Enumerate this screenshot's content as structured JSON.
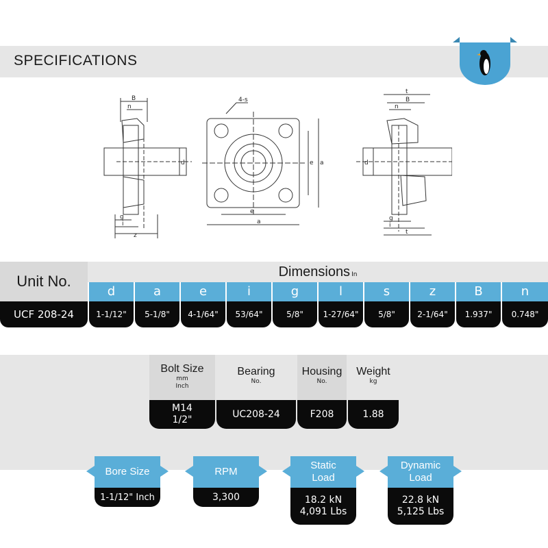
{
  "header": {
    "title": "SPECIFICATIONS"
  },
  "logo": {
    "icon": "penguin-icon",
    "color": "#4aa3d3"
  },
  "drawing": {
    "labels": {
      "B": "B",
      "n": "n",
      "d": "d",
      "g": "g",
      "i": "i",
      "z": "z",
      "thread": "4-s",
      "e": "e",
      "a": "a",
      "t": "t"
    }
  },
  "dimensions": {
    "unit_header": "Unit No.",
    "title": "Dimensions",
    "title_unit": "In",
    "columns": [
      "d",
      "a",
      "e",
      "i",
      "g",
      "l",
      "s",
      "z",
      "B",
      "n"
    ],
    "unit_no": "UCF 208-24",
    "values": [
      "1-1/12\"",
      "5-1/8\"",
      "4-1/64\"",
      "53/64\"",
      "5/8\"",
      "1-27/64\"",
      "5/8\"",
      "2-1/64\"",
      "1.937\"",
      "0.748\""
    ]
  },
  "specs": {
    "bolt": {
      "label": "Bolt Size",
      "sub1": "mm",
      "sub2": "Inch",
      "value1": "M14",
      "value2": "1/2\""
    },
    "bearing": {
      "label": "Bearing",
      "sub1": "No.",
      "value": "UC208-24"
    },
    "housing": {
      "label": "Housing",
      "sub1": "No.",
      "value": "F208"
    },
    "weight": {
      "label": "Weight",
      "sub1": "kg",
      "value": "1.88"
    }
  },
  "badges": {
    "bore": {
      "label": "Bore Size",
      "value": "1-1/12\" Inch"
    },
    "rpm": {
      "label": "RPM",
      "value": "3,300"
    },
    "static": {
      "label1": "Static",
      "label2": "Load",
      "value1": "18.2 kN",
      "value2": "4,091 Lbs"
    },
    "dynamic": {
      "label1": "Dynamic",
      "label2": "Load",
      "value1": "22.8 kN",
      "value2": "5,125 Lbs"
    }
  },
  "colors": {
    "accent": "#5aaed8",
    "dark": "#0b0b0b",
    "band": "#e6e6e6",
    "header_cell": "#d9d9d9"
  }
}
